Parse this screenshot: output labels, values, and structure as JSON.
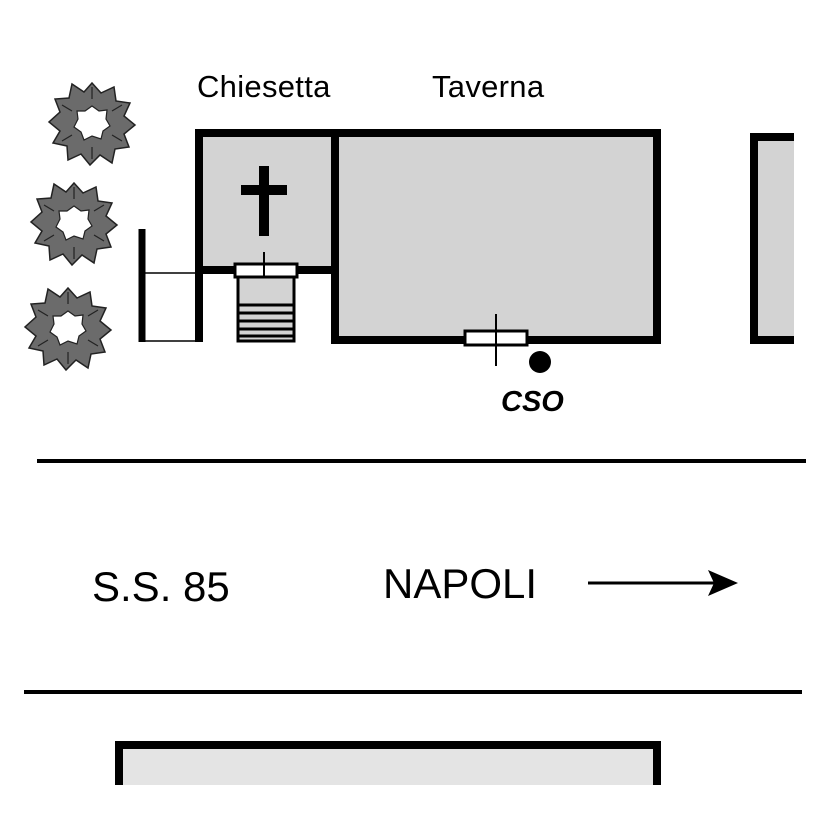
{
  "labels": {
    "chapel": "Chiesetta",
    "tavern": "Taverna",
    "road": "S.S. 85",
    "direction": "NAPOLI",
    "marker": "CSO"
  },
  "icons": {
    "chapel_symbol": "cross-icon",
    "direction_symbol": "arrow-right-icon",
    "vegetation": "tree-icon",
    "marker_symbol": "dot-icon"
  },
  "colors": {
    "building_fill": "#d3d3d3",
    "lower_building_fill": "#e4e4e4",
    "outline": "#000000",
    "tree_fill": "#6b6b6b"
  }
}
